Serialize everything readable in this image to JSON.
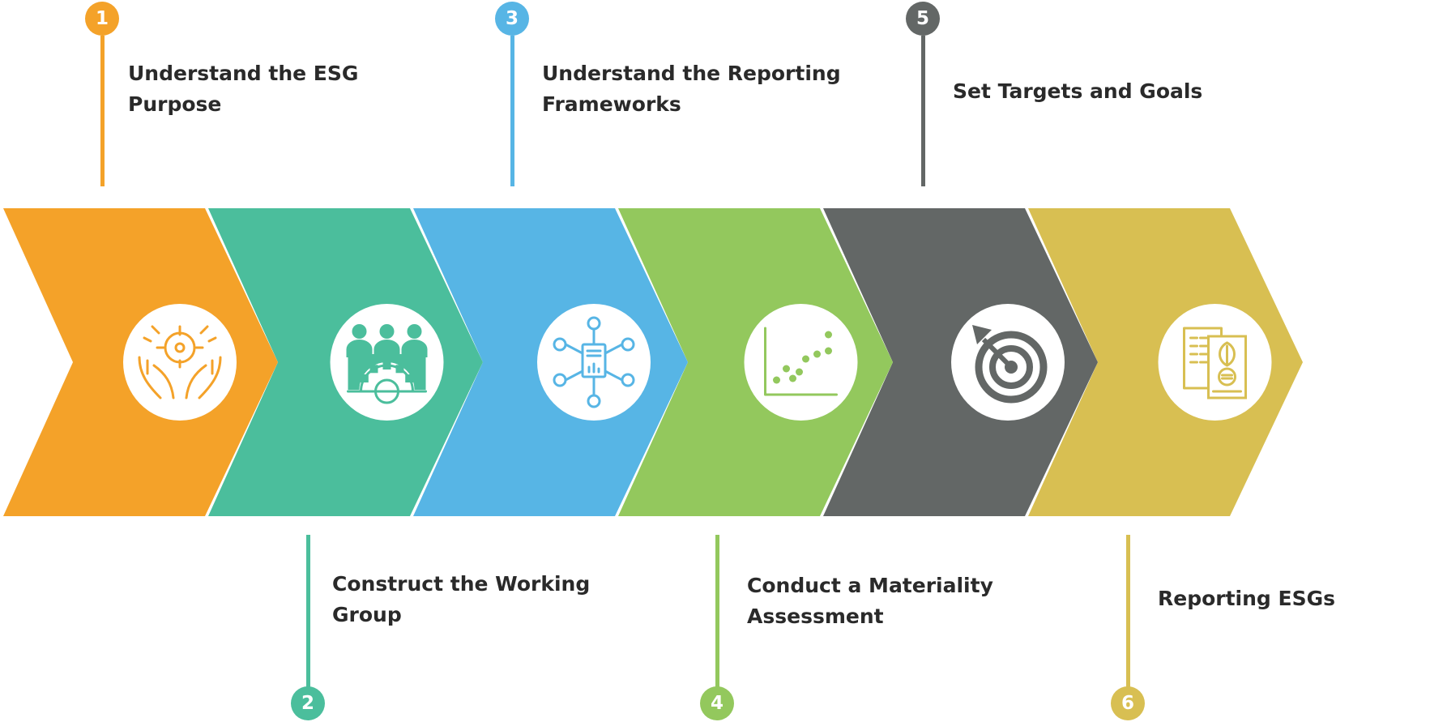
{
  "steps": [
    {
      "number": "1",
      "lines": [
        "Understand the ESG",
        "Purpose"
      ],
      "color": "#F4A229",
      "icon": "hands-target-icon"
    },
    {
      "number": "2",
      "lines": [
        "Construct the Working",
        "Group"
      ],
      "color": "#4BBE9C",
      "icon": "team-gear-icon"
    },
    {
      "number": "3",
      "lines": [
        "Understand the Reporting",
        "Frameworks"
      ],
      "color": "#57B5E5",
      "icon": "document-network-icon"
    },
    {
      "number": "4",
      "lines": [
        "Conduct a Materiality",
        "Assessment"
      ],
      "color": "#93C85D",
      "icon": "scatter-plot-icon"
    },
    {
      "number": "5",
      "lines": [
        "Set Targets and Goals"
      ],
      "color": "#636766",
      "icon": "bullseye-icon"
    },
    {
      "number": "6",
      "lines": [
        "Reporting ESGs"
      ],
      "color": "#D8BF52",
      "icon": "eco-report-icon"
    }
  ]
}
